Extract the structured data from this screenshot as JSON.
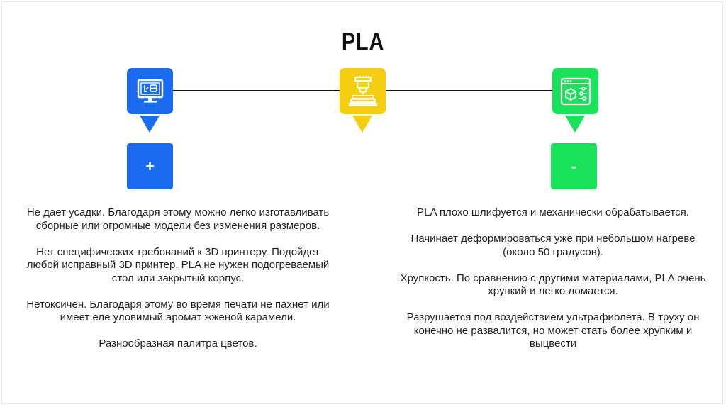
{
  "title": "PLA",
  "colors": {
    "blue": "#1a6bf0",
    "yellow": "#f5cf0f",
    "green": "#19e15a",
    "line": "#111111"
  },
  "icons": {
    "left": "monitor-icon",
    "middle": "3d-printer-nozzle-icon",
    "right": "browser-cube-settings-icon"
  },
  "pros": {
    "sign": "+",
    "paragraphs": [
      "Не дает усадки. Благодаря этому можно легко изготавливать сборные или огромные модели без изменения размеров.",
      "Нет специфических требований к 3D принтеру. Подойдет любой исправный 3D принтер. PLA не нужен подогреваемый стол или закрытый корпус.",
      "Нетоксичен. Благодаря этому во время печати не пахнет или имеет еле уловимый аромат жженой карамели.",
      "Разнообразная палитра цветов."
    ]
  },
  "cons": {
    "sign": "-",
    "paragraphs": [
      "PLA плохо шлифуется и механически обрабатывается.",
      "Начинает деформироваться уже при небольшом нагреве (около 50 градусов).",
      "Хрупкость. По сравнению с другими материалами, PLA очень хрупкий и легко ломается.",
      "Разрушается под воздействием ультрафиолета. В труху он конечно не развалится, но может стать более хрупким и выцвести"
    ]
  }
}
